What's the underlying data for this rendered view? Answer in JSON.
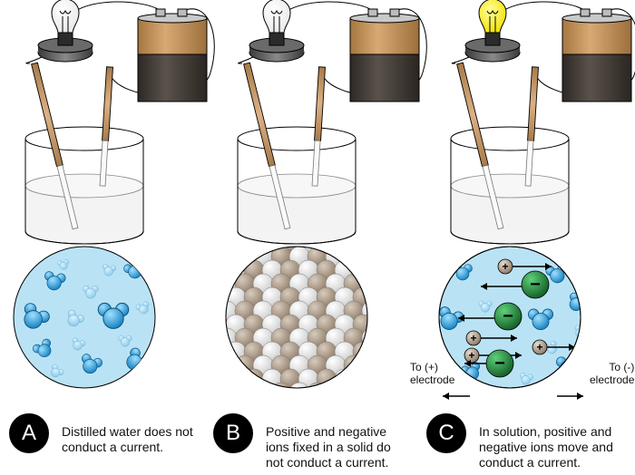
{
  "panels": [
    {
      "letter": "A",
      "caption": "Distilled water does not\nconduct a current.",
      "bulb_on": false,
      "bulb_color": "#ffffff"
    },
    {
      "letter": "B",
      "caption": "Positive and negative\nions fixed in a solid do\nnot conduct a current.",
      "bulb_on": false,
      "bulb_color": "#ffffff"
    },
    {
      "letter": "C",
      "caption": "In solution, positive and\nnegative ions move and\nconduct a current.",
      "bulb_on": true,
      "bulb_color": "#fff200"
    }
  ],
  "electrode_labels": {
    "left": "To (+)\nelectrode",
    "right": "To (-)\nelectrode"
  },
  "ion_symbols": {
    "positive": "+",
    "negative": "−"
  },
  "colors": {
    "water_bg": "#b9e3f5",
    "water_molecule": "#2a9fd8",
    "positive_ion": "#a08f7e",
    "negative_ion": "#1f8a3a",
    "electrode": "#c49a6c",
    "battery_top": "#b8874f",
    "battery_bottom": "#3e3631",
    "crystal_brown": "#a79580",
    "crystal_white": "#f2f2f2"
  }
}
